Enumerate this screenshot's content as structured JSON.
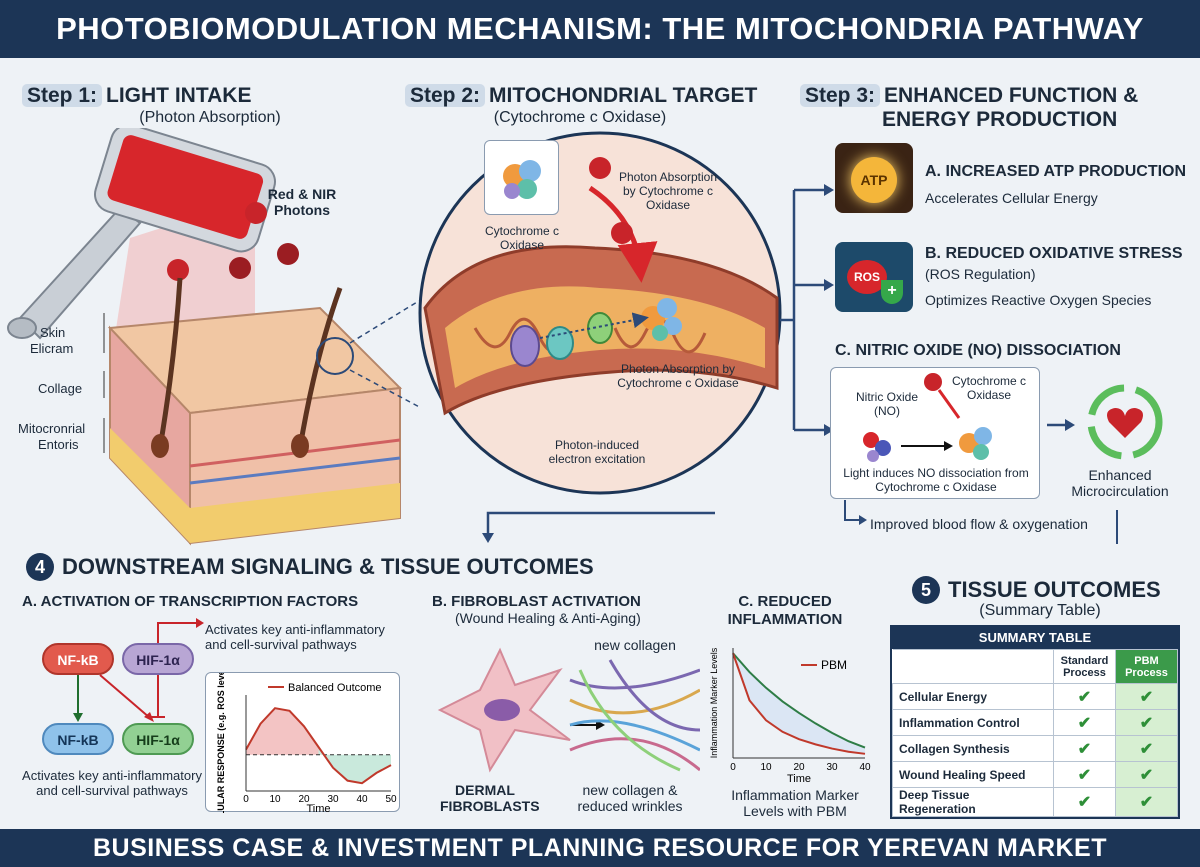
{
  "title": "PHOTOBIOMODULATION MECHANISM: THE MITOCHONDRIA PATHWAY",
  "footer": "BUSINESS CASE & INVESTMENT PLANNING RESOURCE FOR YEREVAN MARKET",
  "step1": {
    "tag": "Step 1:",
    "title": "LIGHT INTAKE",
    "subtitle": "(Photon Absorption)",
    "photons_label": "Red & NIR Photons",
    "layer_skin": "Skin",
    "layer_elicram": "Elicram",
    "layer_collagen": "Collage",
    "layer_mito1": "Mitocronrial",
    "layer_mito2": "Entoris"
  },
  "step2": {
    "tag": "Step 2:",
    "title": "MITOCHONDRIAL TARGET",
    "subtitle": "(Cytochrome c Oxidase)",
    "cco_label": "Cytochrome c Oxidase",
    "absorb_top": "Photon Absorption by Cytochrome c Oxidase",
    "absorb_bottom": "Photon Absorption by Cytochrome c Oxidase",
    "excitation": "Photon-induced electron excitation"
  },
  "step3": {
    "tag": "Step 3:",
    "title_line1": "ENHANCED FUNCTION &",
    "title_line2": "ENERGY PRODUCTION",
    "a_title": "A. INCREASED ATP PRODUCTION",
    "a_desc": "Accelerates Cellular Energy",
    "atp_icon": "ATP",
    "b_title": "B. REDUCED OXIDATIVE STRESS",
    "b_sub": "(ROS Regulation)",
    "b_desc": "Optimizes Reactive Oxygen Species",
    "ros_icon": "ROS",
    "c_title": "C. NITRIC OXIDE (NO) DISSOCIATION",
    "c_no": "Nitric Oxide (NO)",
    "c_cco": "Cytochrome c Oxidase",
    "c_desc": "Light induces NO dissociation from Cytochrome c Oxidase",
    "c_micro": "Enhanced Microcirculation",
    "c_flow": "Improved blood flow & oxygenation"
  },
  "step4": {
    "num": "4",
    "title": "DOWNSTREAM SIGNALING & TISSUE OUTCOMES",
    "a_title": "A. ACTIVATION OF TRANSCRIPTION FACTORS",
    "a_top_note": "Activates key anti-inflammatory and cell-survival pathways",
    "a_bottom_note": "Activates key anti-inflammatory and cell-survival pathways",
    "nfkb": "NF-kB",
    "hif": "HIF-1α",
    "b_title": "B. FIBROBLAST ACTIVATION",
    "b_sub": "(Wound Healing & Anti-Aging)",
    "b_new_collagen": "new collagen",
    "b_fibro": "DERMAL FIBROBLASTS",
    "b_result": "new collagen & reduced wrinkles",
    "c_title_1": "C. REDUCED",
    "c_title_2": "INFLAMMATION",
    "c_caption": "Inflammation Marker Levels with PBM"
  },
  "step5": {
    "num": "5",
    "title": "TISSUE OUTCOMES",
    "subtitle": "(Summary Table)",
    "table_title": "SUMMARY TABLE",
    "col_standard": "Standard Process",
    "col_pbm": "PBM Process",
    "rows": [
      "Cellular Energy",
      "Inflammation Control",
      "Collagen Synthesis",
      "Wound Healing Speed",
      "Deep Tissue Regeneration"
    ]
  },
  "chart_data": [
    {
      "type": "line",
      "legend": [
        "Balanced Outcome"
      ],
      "legend_position": "top-right",
      "xlabel": "Time",
      "ylabel": "CELLULAR RESPONSE (e.g. ROS levels)",
      "x_ticks": [
        0,
        10,
        20,
        30,
        40,
        50
      ],
      "xlim": [
        0,
        50
      ],
      "series": [
        {
          "name": "Balanced Outcome",
          "color": "#c0392b",
          "x": [
            0,
            5,
            10,
            15,
            20,
            25,
            30,
            35,
            40,
            45,
            50
          ],
          "y": [
            0.1,
            0.6,
            0.9,
            0.85,
            0.55,
            0.15,
            -0.25,
            -0.5,
            -0.55,
            -0.35,
            -0.2
          ]
        }
      ]
    },
    {
      "type": "line",
      "legend": [
        "PBM"
      ],
      "legend_position": "top-right",
      "xlabel": "Time",
      "ylabel": "Inflammation Marker Levels",
      "x_ticks": [
        0,
        10,
        20,
        30,
        40
      ],
      "xlim": [
        0,
        40
      ],
      "series": [
        {
          "color": "#2e7d46",
          "x": [
            0,
            5,
            10,
            15,
            20,
            25,
            30,
            35,
            40
          ],
          "y": [
            1.0,
            0.82,
            0.67,
            0.54,
            0.43,
            0.33,
            0.24,
            0.16,
            0.1
          ]
        },
        {
          "name": "PBM",
          "color": "#c0392b",
          "x": [
            0,
            5,
            10,
            15,
            20,
            25,
            30,
            35,
            40
          ],
          "y": [
            1.0,
            0.55,
            0.36,
            0.25,
            0.18,
            0.13,
            0.09,
            0.06,
            0.04
          ]
        }
      ]
    }
  ]
}
